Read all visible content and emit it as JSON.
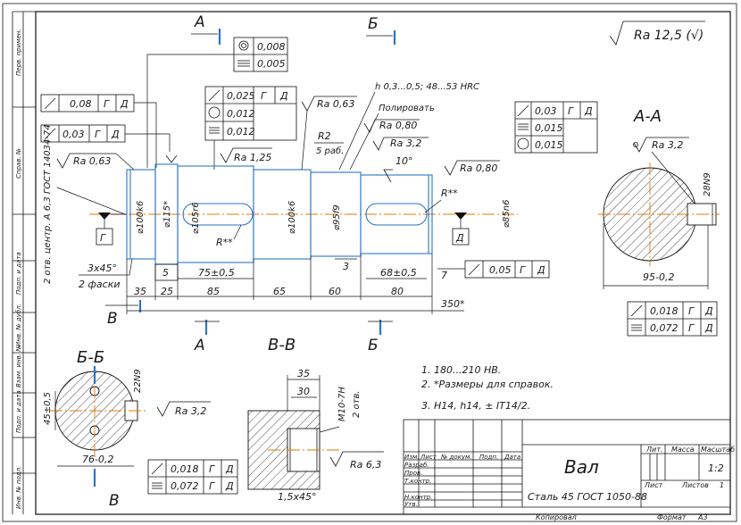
{
  "title_block": {
    "part_name": "Вал",
    "material": "Сталь 45 ГОСТ 1050-88",
    "lit_label": "Лит.",
    "mass_label": "Масса",
    "scale_label": "Масштаб",
    "scale_value": "1:2",
    "sheet_label": "Лист",
    "sheets_label": "Листов",
    "sheets_value": "1",
    "copied_label": "Копировал",
    "format_label": "Формат",
    "format_value": "A3",
    "row_labels": [
      "Изм.",
      "Лист",
      "№ докум.",
      "Подп.",
      "Дата"
    ],
    "role_labels": [
      "Разраб.",
      "Пров.",
      "Т.контр.",
      "",
      "Н.контр.",
      "Утв."
    ]
  },
  "side_strip": [
    "Перв. примен.",
    "Справ. №",
    "Подп. и дата",
    "Инв. № дубл.",
    "Взам. инв. №",
    "Подп. и дата",
    "Инв. № подл."
  ],
  "roughness_general": "Ra 12,5 (√)",
  "notes": [
    "1. 180...210 HB.",
    "2. *Размеры для справок.",
    "3. H14, h14, ± IT14/2."
  ],
  "section_labels": {
    "a": "А",
    "b": "Б",
    "v": "В",
    "aa": "А-А",
    "bb": "Б-Б",
    "vv": "В-В"
  },
  "main_view": {
    "diameters": [
      "⌀100k6",
      "⌀115*",
      "⌀105r6",
      "⌀100k6",
      "⌀95f9",
      "⌀85n6"
    ],
    "lengths": [
      "35",
      "25",
      "85",
      "65",
      "60",
      "80",
      "350*"
    ],
    "sub_dims": [
      "5",
      "75±0,5",
      "3",
      "68±0,5",
      "7"
    ],
    "chamfer": "3x45°",
    "chamfer_note": "2 фаски",
    "center_holes": "2 отв. центр. А 6,3 ГОСТ 14034-74",
    "roughness": [
      "Ra 0,63",
      "Ra 1,25",
      "Ra 0,63",
      "Ra 0,80",
      "Ra 3,2",
      "Ra 0,80"
    ],
    "hardness": "h 0,3...0,5; 48...53 HRC",
    "polish": "Полировать",
    "radius_r2": "R2",
    "radius_r2_note": "5 раб.",
    "angle": "10°",
    "radius_ref": "R**",
    "datum_g": "Г",
    "datum_d": "Д",
    "tolerances": [
      {
        "sym": "↗",
        "val": "0,08",
        "d1": "Г",
        "d2": "Д"
      },
      {
        "sym": "↗",
        "val": "0,03",
        "d1": "Г",
        "d2": "Д"
      },
      {
        "sym": "◎",
        "val": "0,008",
        "d1": "",
        "d2": ""
      },
      {
        "sym": "═",
        "val": "0,005",
        "d1": "",
        "d2": ""
      },
      {
        "sym": "↗",
        "val": "0,025",
        "d1": "Г",
        "d2": "Д"
      },
      {
        "sym": "○",
        "val": "0,012",
        "d1": "",
        "d2": ""
      },
      {
        "sym": "═",
        "val": "0,012",
        "d1": "",
        "d2": ""
      },
      {
        "sym": "↗",
        "val": "0,03",
        "d1": "Г",
        "d2": "Д"
      },
      {
        "sym": "═",
        "val": "0,015",
        "d1": "",
        "d2": ""
      },
      {
        "sym": "○",
        "val": "0,015",
        "d1": "",
        "d2": ""
      },
      {
        "sym": "↗",
        "val": "0,05",
        "d1": "Г",
        "d2": "Д"
      }
    ]
  },
  "section_aa": {
    "keyway": "28N9",
    "depth": "95-0,2",
    "roughness": "Ra 3,2",
    "tol": [
      "0,018",
      "0,072"
    ],
    "d1": "Г",
    "d2": "Д"
  },
  "section_bb": {
    "keyway": "22N9",
    "width": "45±0,5",
    "depth": "76-0,2",
    "roughness": "Ra 3,2",
    "tol": [
      "0,018",
      "0,072"
    ],
    "d1": "Г",
    "d2": "Д"
  },
  "section_vv": {
    "d1": "35",
    "d2": "30",
    "thread": "M10-7H",
    "holes": "2 отв.",
    "chamfer": "1,5x45°",
    "roughness": "Ra 6,3"
  }
}
